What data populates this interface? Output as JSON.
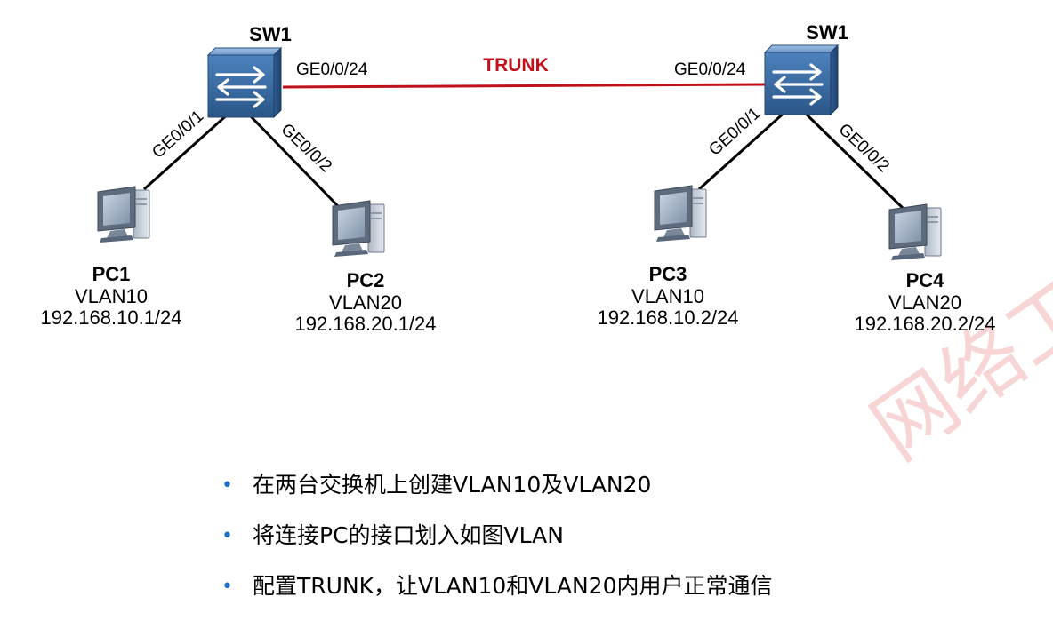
{
  "colors": {
    "trunk": "#c0101a",
    "link": "#000000",
    "bullet": "#1f6fc6",
    "switch_body": "#3e6fa6",
    "watermark": "#f1b4b4"
  },
  "switches": [
    {
      "label": "SW1",
      "icon": "switch-icon"
    },
    {
      "label": "SW1",
      "icon": "switch-icon"
    }
  ],
  "trunk": {
    "label": "TRUNK",
    "left_port": "GE0/0/24",
    "right_port": "GE0/0/24"
  },
  "links": [
    {
      "port": "GE0/0/1"
    },
    {
      "port": "GE0/0/2"
    },
    {
      "port": "GE0/0/1"
    },
    {
      "port": "GE0/0/2"
    }
  ],
  "pcs": [
    {
      "name": "PC1",
      "vlan": "VLAN10",
      "ip": "192.168.10.1/24",
      "icon": "pc-icon"
    },
    {
      "name": "PC2",
      "vlan": "VLAN20",
      "ip": "192.168.20.1/24",
      "icon": "pc-icon"
    },
    {
      "name": "PC3",
      "vlan": "VLAN10",
      "ip": "192.168.10.2/24",
      "icon": "pc-icon"
    },
    {
      "name": "PC4",
      "vlan": "VLAN20",
      "ip": "192.168.20.2/24",
      "icon": "pc-icon"
    }
  ],
  "bullets": [
    "在两台交换机上创建VLAN10及VLAN20",
    "将连接PC的接口划入如图VLAN",
    "配置TRUNK，让VLAN10和VLAN20内用户正常通信"
  ],
  "bullet_glyph": "•",
  "watermark": "网络工程师"
}
